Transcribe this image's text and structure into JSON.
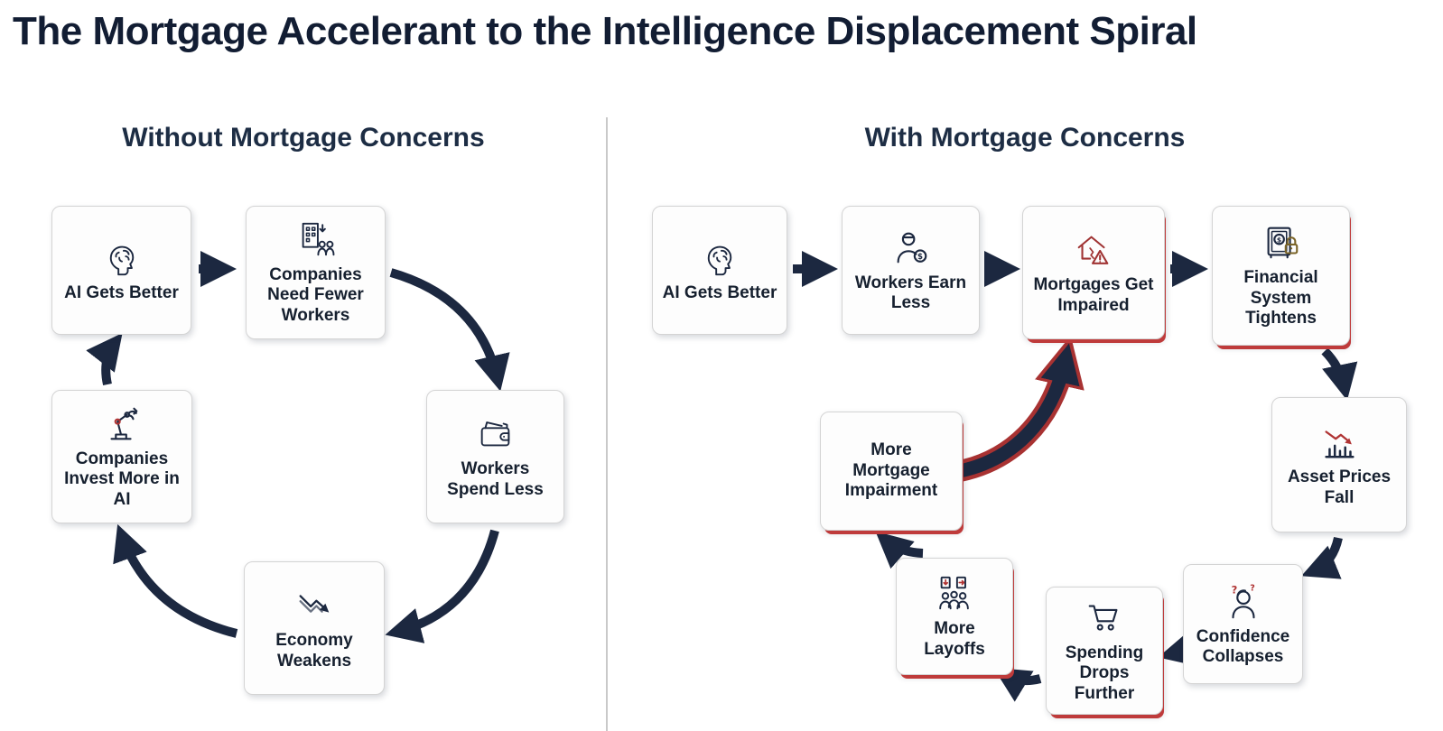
{
  "title": "The Mortgage Accelerant to the Intelligence Displacement Spiral",
  "left_panel": {
    "heading": "Without Mortgage Concerns",
    "nodes": [
      {
        "label": "AI Gets Better",
        "icon": "brain-head-icon",
        "red_accent": false
      },
      {
        "label": "Companies Need Fewer Workers",
        "icon": "building-people-icon",
        "red_accent": false
      },
      {
        "label": "Workers Spend Less",
        "icon": "wallet-icon",
        "red_accent": false
      },
      {
        "label": "Economy Weakens",
        "icon": "decline-arrow-icon",
        "red_accent": false
      },
      {
        "label": "Companies Invest More in AI",
        "icon": "robot-arm-icon",
        "red_accent": false
      }
    ],
    "edges": [
      "AI Gets Better → Companies Need Fewer Workers",
      "Companies Need Fewer Workers → Workers Spend Less",
      "Workers Spend Less → Economy Weakens",
      "Economy Weakens → Companies Invest More in AI",
      "Companies Invest More in AI → AI Gets Better"
    ]
  },
  "right_panel": {
    "heading": "With Mortgage Concerns",
    "nodes": [
      {
        "label": "AI Gets Better",
        "icon": "brain-head-icon",
        "red_accent": false
      },
      {
        "label": "Workers Earn Less",
        "icon": "worker-dollar-icon",
        "red_accent": false
      },
      {
        "label": "Mortgages Get Impaired",
        "icon": "house-warning-icon",
        "red_accent": true
      },
      {
        "label": "Financial System Tightens",
        "icon": "safe-lock-icon",
        "red_accent": true
      },
      {
        "label": "Asset Prices Fall",
        "icon": "chart-decline-icon",
        "red_accent": false
      },
      {
        "label": "Confidence Collapses",
        "icon": "confused-person-icon",
        "red_accent": false
      },
      {
        "label": "Spending Drops Further",
        "icon": "shopping-cart-icon",
        "red_accent": true
      },
      {
        "label": "More Layoffs",
        "icon": "layoffs-people-icon",
        "red_accent": true
      },
      {
        "label": "More Mortgage Impairment",
        "icon": null,
        "red_accent": true
      }
    ],
    "edges": [
      "AI Gets Better → Workers Earn Less",
      "Workers Earn Less → Mortgages Get Impaired",
      "Mortgages Get Impaired → Financial System Tightens",
      "Financial System Tightens → Asset Prices Fall",
      "Asset Prices Fall → Confidence Collapses",
      "Confidence Collapses → Spending Drops Further",
      "Spending Drops Further → More Layoffs",
      "More Layoffs → More Mortgage Impairment",
      "More Mortgage Impairment → Mortgages Get Impaired"
    ]
  },
  "colors": {
    "title_text": "#121d33",
    "heading_text": "#1d2d44",
    "box_text": "#16202f",
    "arrow_navy": "#1c2840",
    "accent_red": "#bf3b3b",
    "box_border": "#d4d4d4",
    "background": "#ffffff"
  }
}
